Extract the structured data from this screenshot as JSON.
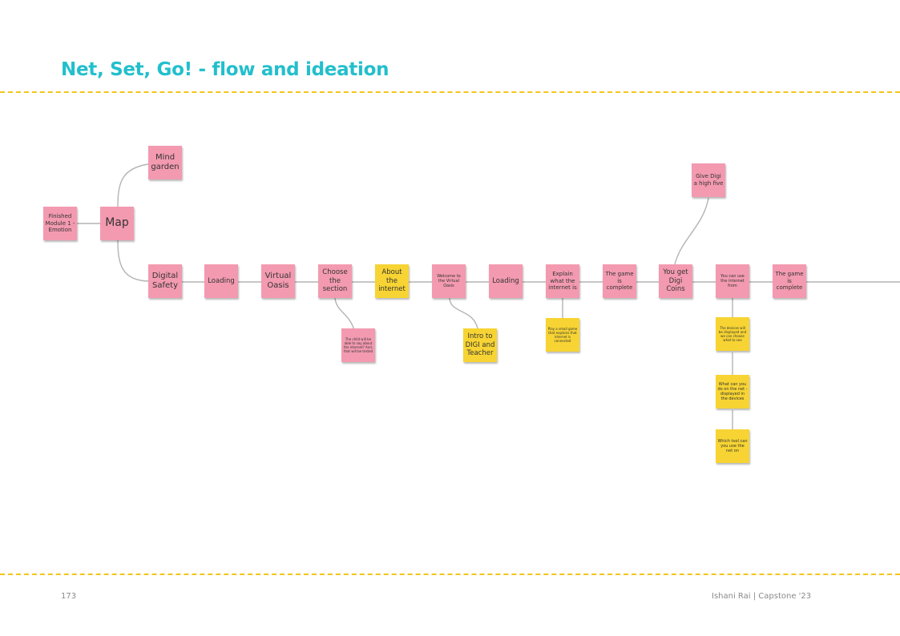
{
  "header": {
    "title": "Net, Set, Go! - flow and ideation"
  },
  "footer": {
    "page_number": "173",
    "credit": "Ishani Rai | Capstone '23"
  },
  "colors": {
    "accent": "#22bfcc",
    "dash": "#f5c518",
    "pink": "#f39ab0",
    "yellow": "#f7d433"
  },
  "notes": {
    "finished_module": "Finished Module 1 - Emotion",
    "map": "Map",
    "mind_garden": "Mind garden",
    "digital_safety": "Digital Safety",
    "loading_1": "Loading",
    "virtual_oasis": "Virtual Oasis",
    "choose_section": "Choose the section",
    "about_internet": "About the internet",
    "welcome_oasis": "Welcome to the Virtual Oasis",
    "loading_2": "Loading",
    "explain_internet": "Explain what the internet is",
    "game_complete_1": "The game is complete",
    "digi_coins": "You get Digi Coins",
    "high_five": "Give Digi a high five",
    "use_internet_from": "You can use the internet from",
    "game_complete_2": "The game is complete",
    "child_learn_note": "The child will be able to say about the internet? And, that will be tested",
    "intro_digi": "Intro to DIGI and Teacher",
    "small_game": "Play a small game that explains that internet is connected",
    "devices_displayed": "The devices will be displayed and we can choose what to see",
    "what_on_net": "What can you do on the net - displayed in the devices",
    "which_tool": "Which tool can you use the net on"
  }
}
